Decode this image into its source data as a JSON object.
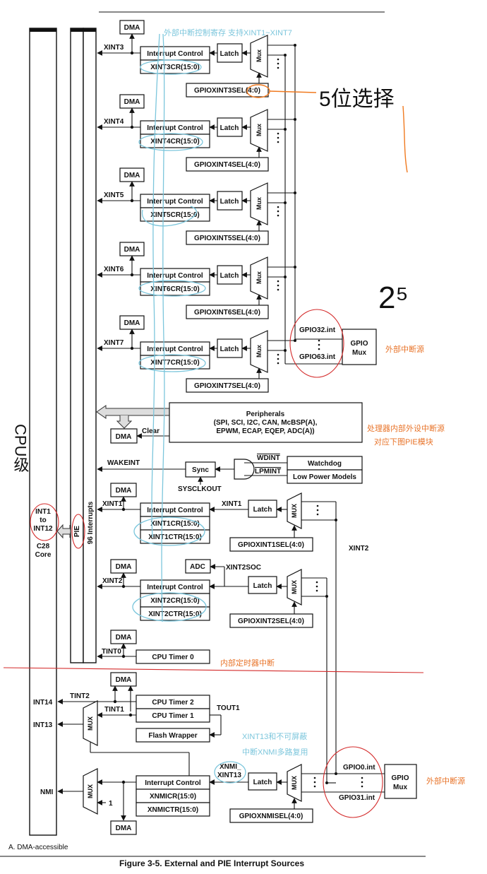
{
  "labels": {
    "dma": "DMA",
    "interrupt_control": "Interrupt Control",
    "latch": "Latch",
    "mux": "Mux",
    "mux_caps": "MUX",
    "clear": "Clear",
    "sync": "Sync",
    "sysclkout": "SYSCLKOUT",
    "wakeint": "WAKEINT",
    "adc": "ADC",
    "xint2soc": "XINT2SOC",
    "cpu_timer_0": "CPU Timer 0",
    "cpu_timer_1": "CPU Timer 1",
    "cpu_timer_2": "CPU Timer 2",
    "flash_wrapper": "Flash Wrapper",
    "tout1": "TOUT1",
    "tint0": "TINT0",
    "tint1": "TINT1",
    "tint2": "TINT2",
    "int14": "INT14",
    "int13": "INT13",
    "nmi": "NMI",
    "one": "1",
    "xint2_side": "XINT2"
  },
  "xint_blocks": [
    {
      "line": "XINT3",
      "reg": "XINT3CR(15:0)",
      "sel": "GPIOXINT3SEL(4:0)"
    },
    {
      "line": "XINT4",
      "reg": "XINT4CR(15:0)",
      "sel": "GPIOXINT4SEL(4:0)"
    },
    {
      "line": "XINT5",
      "reg": "XINT5CR(15:0)",
      "sel": "GPIOXINT5SEL(4:0)"
    },
    {
      "line": "XINT6",
      "reg": "XINT6CR(15:0)",
      "sel": "GPIOXINT6SEL(4:0)"
    },
    {
      "line": "XINT7",
      "reg": "XINT7CR(15:0)",
      "sel": "GPIOXINT7SEL(4:0)"
    }
  ],
  "xint1": {
    "line": "XINT1",
    "reg1": "XINT1CR(15:0)",
    "reg2": "XINT1CTR(15:0)",
    "sel": "GPIOXINT1SEL(4:0)"
  },
  "xint2": {
    "line": "XINT2",
    "reg1": "XINT2CR(15:0)",
    "reg2": "XINT2CTR(15:0)",
    "sel": "GPIOXINT2SEL(4:0)"
  },
  "nmi_block": {
    "line1": "XNMI_",
    "line2": "XINT13",
    "reg1": "XNMICR(15:0)",
    "reg2": "XNMICTR(15:0)",
    "sel": "GPIOXNMISEL(4:0)"
  },
  "gpio_upper": {
    "top": "GPIO32.int",
    "bottom": "GPIO63.int",
    "box1": "GPIO",
    "box2": "Mux"
  },
  "gpio_lower": {
    "top": "GPIO0.int",
    "bottom": "GPIO31.int",
    "box1": "GPIO",
    "box2": "Mux"
  },
  "peripherals": {
    "line1": "Peripherals",
    "line2": "(SPI, SCI, I2C, CAN, McBSP(A),",
    "line3": "EPWM, ECAP, EQEP, ADC(A))"
  },
  "watchdog": "Watchdog",
  "low_power": "Low Power Models",
  "wdint": "WDINT",
  "lpmint": "LPMINT",
  "core": {
    "line1": "INT1",
    "line2": "to",
    "line3": "INT12",
    "line4": "C28",
    "line5": "Core"
  },
  "pie": {
    "pie_label": "PIE",
    "interrupts_label": "96 Interrupts"
  },
  "footnote": "A.    DMA-accessible",
  "caption": "Figure 3-5. External and PIE Interrupt Sources",
  "annotations": {
    "ext_ctrl_reg": "外部中断控制寄存  支持XINT1~XINT7",
    "five_bit": "5位选择",
    "two_pow": "2⁵",
    "ext_src_1": "外部中断源",
    "proc_periph_1": "处理器内部外设中断源",
    "proc_periph_2": "对应下图PIE模块",
    "cpu_level": "CPU级",
    "internal_timer": "内部定时器中断",
    "xint13_1": "XINT13和不可屏蔽",
    "xint13_2": "中断XNMI多路复用",
    "ext_src_2": "外部中断源"
  }
}
